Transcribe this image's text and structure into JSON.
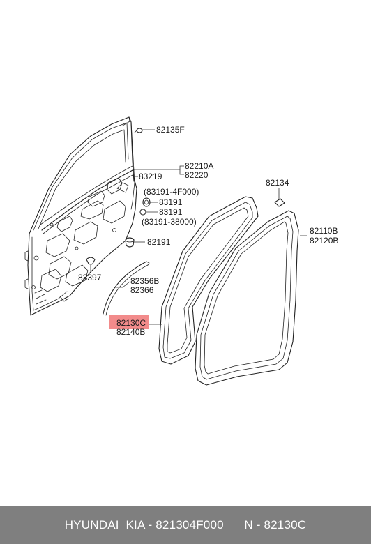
{
  "labels": {
    "l82135F": "82135F",
    "l82210A": "82210A",
    "l82220": "82220",
    "l83219": "83219",
    "l83191_4F000": "(83191-4F000)",
    "l83191_a": "83191",
    "l83191_b": "83191",
    "l83191_38000": "(83191-38000)",
    "l82191": "82191",
    "l83397": "83397",
    "l82356B": "82356B",
    "l82366": "82366",
    "l82130C": "82130C",
    "l82140B": "82140B",
    "l82134": "82134",
    "l82110B": "82110B",
    "l82120B": "82120B"
  },
  "highlight_color": "#f28b8b",
  "footer": {
    "brand": "HYUNDAI  KIA - 821304F000",
    "code": "N - 82130C"
  }
}
